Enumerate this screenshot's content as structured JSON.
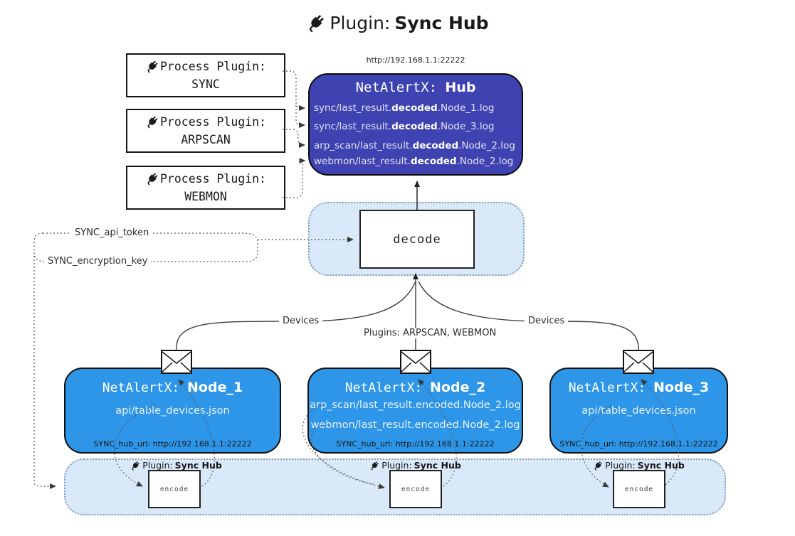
{
  "title": {
    "prefix": "Plugin:",
    "name": "Sync Hub"
  },
  "process_plugins": {
    "heading": "Process Plugin:",
    "items": [
      {
        "name": "SYNC"
      },
      {
        "name": "ARPSCAN"
      },
      {
        "name": "WEBMON"
      }
    ]
  },
  "hub": {
    "url": "http://192.168.1.1:22222",
    "title_prefix": "NetAlertX:",
    "title_name": "Hub",
    "logs": [
      {
        "pre": "sync/last_result.",
        "bold": "decoded",
        "post": ".Node_1.log"
      },
      {
        "pre": "sync/last_result.",
        "bold": "decoded",
        "post": ".Node_3.log"
      },
      {
        "pre": "arp_scan/last_result.",
        "bold": "decoded",
        "post": ".Node_2.log"
      },
      {
        "pre": "webmon/last_result.",
        "bold": "decoded",
        "post": ".Node_2.log"
      }
    ]
  },
  "decode": {
    "label": "decode"
  },
  "settings": {
    "api_token": "SYNC_api_token",
    "encryption_key": "SYNC_encryption_key"
  },
  "edges": {
    "devices_left": "Devices",
    "devices_right": "Devices",
    "plugins_center": "Plugins: ARPSCAN, WEBMON"
  },
  "nodes": [
    {
      "title_prefix": "NetAlertX:",
      "title_name": "Node_1",
      "files": [
        "api/table_devices.json"
      ],
      "hub_url": "SYNC_hub_url: http://192.168.1.1:22222"
    },
    {
      "title_prefix": "NetAlertX:",
      "title_name": "Node_2",
      "files": [
        "arp_scan/last_result.encoded.Node_2.log",
        "webmon/last_result.encoded.Node_2.log"
      ],
      "hub_url": "SYNC_hub_url: http://192.168.1.1:22222"
    },
    {
      "title_prefix": "NetAlertX:",
      "title_name": "Node_3",
      "files": [
        "api/table_devices.json"
      ],
      "hub_url": "SYNC_hub_url: http://192.168.1.1:22222"
    }
  ],
  "encode_band": {
    "plugin_label_prefix": "Plugin:",
    "plugin_label_name": "Sync Hub",
    "encode_label": "encode"
  },
  "colors": {
    "hub_fill": "#3E43B1",
    "node_fill": "#2D96E8",
    "panel_fill": "#D9E9F9",
    "panel_border": "#7E9CBA"
  }
}
